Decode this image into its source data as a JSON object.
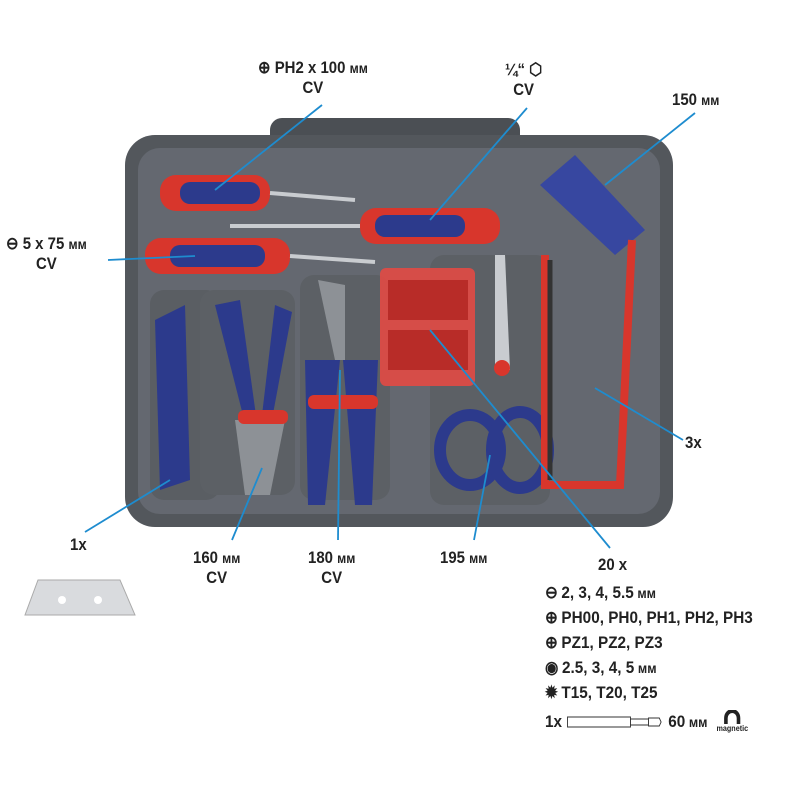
{
  "callouts": {
    "ph_screwdriver": {
      "size": "PH2 x 100",
      "unit": "мм",
      "material": "CV",
      "icon": "phillips-icon"
    },
    "bit_holder": {
      "size": "¼“",
      "material": "CV",
      "icon": "hex-icon"
    },
    "hacksaw": {
      "size": "150",
      "unit": "мм"
    },
    "flat_screwdriver": {
      "size": "5 x 75",
      "unit": "мм",
      "material": "CV",
      "icon": "slotted-icon"
    },
    "saw_blades": {
      "count": "3x"
    },
    "knife_blade": {
      "count": "1x"
    },
    "side_cutter": {
      "size": "160",
      "unit": "мм",
      "material": "CV"
    },
    "combination_pliers": {
      "size": "180",
      "unit": "мм",
      "material": "CV"
    },
    "scissors": {
      "size": "195",
      "unit": "мм"
    }
  },
  "bits": {
    "count": "20 x",
    "rows": [
      {
        "icon": "slotted-icon",
        "text": "2, 3, 4, 5.5",
        "unit": "мм"
      },
      {
        "icon": "phillips-icon",
        "text": "PH00, PH0, PH1, PH2, PH3",
        "unit": ""
      },
      {
        "icon": "pozidriv-icon",
        "text": "PZ1, PZ2, PZ3",
        "unit": ""
      },
      {
        "icon": "hex-socket-icon",
        "text": "2.5, 3, 4, 5",
        "unit": "мм"
      },
      {
        "icon": "torx-icon",
        "text": "T15, T20, T25",
        "unit": ""
      }
    ],
    "holder": {
      "count": "1x",
      "length": "60",
      "unit": "мм",
      "badge": "magnetic"
    }
  },
  "colors": {
    "leader": "#1e8ccf",
    "case": "#55595e",
    "tool_blue": "#2c3a8c",
    "tool_red": "#d8362c"
  }
}
